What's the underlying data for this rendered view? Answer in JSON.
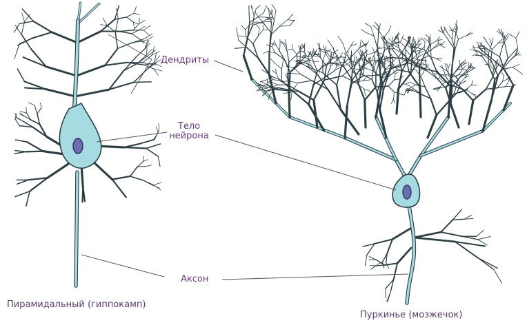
{
  "labels": {
    "dendrites": "Дендриты",
    "soma_line1": "Тело",
    "soma_line2": "нейрона",
    "axon": "Аксон"
  },
  "captions": {
    "pyramidal": "Пирамидальный (гиппокамп)",
    "purkinje": "Пуркинье (мозжечок)"
  },
  "colors": {
    "membrane": "#2c3f45",
    "cytoplasm": "#a6dbe2",
    "nucleus_fill": "#6d6cb0",
    "nucleus_stroke": "#2f2f6a",
    "label": "#6b3a86",
    "leader_line": "#555555"
  }
}
